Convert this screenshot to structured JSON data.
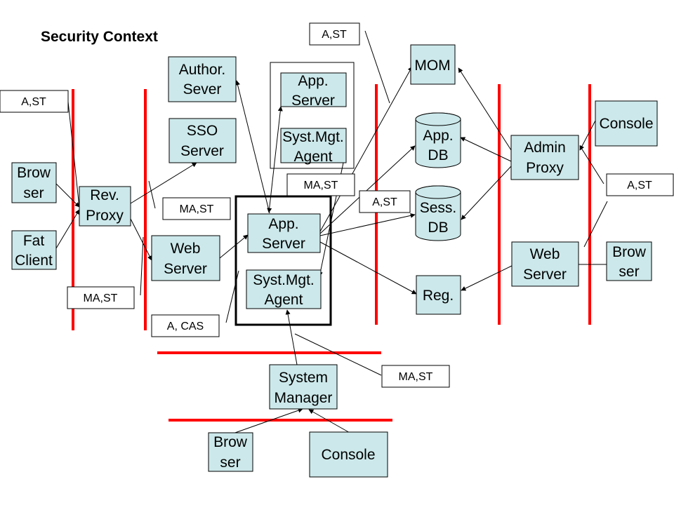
{
  "title": "Security Context",
  "nodes": {
    "author_server": [
      "Author.",
      "Sever"
    ],
    "sso_server": [
      "SSO",
      "Server"
    ],
    "browser_left": [
      "Brow",
      "ser"
    ],
    "fat_client": [
      "Fat",
      "Client"
    ],
    "rev_proxy": [
      "Rev.",
      "Proxy"
    ],
    "web_server_left": [
      "Web",
      "Server"
    ],
    "app_server_top": [
      "App.",
      "Server"
    ],
    "syst_mgt_agent_top": [
      "Syst.Mgt.",
      "Agent"
    ],
    "app_server_main": [
      "App.",
      "Server"
    ],
    "syst_mgt_agent_main": [
      "Syst.Mgt.",
      "Agent"
    ],
    "mom": [
      "MOM"
    ],
    "app_db": [
      "App.",
      "DB"
    ],
    "sess_db": [
      "Sess.",
      "DB"
    ],
    "reg": [
      "Reg."
    ],
    "admin_proxy": [
      "Admin",
      "Proxy"
    ],
    "console_right": [
      "Console"
    ],
    "web_server_right": [
      "Web",
      "Server"
    ],
    "browser_right": [
      "Brow",
      "ser"
    ],
    "system_manager": [
      "System",
      "Manager"
    ],
    "browser_bottom": [
      "Brow",
      "ser"
    ],
    "console_bottom": [
      "Console"
    ]
  },
  "labels": {
    "a_st_top": "A,ST",
    "a_st_left": "A,ST",
    "ma_st_mid": "MA,ST",
    "ma_st_left": "MA,ST",
    "a_cas": "A, CAS",
    "ma_st_top": "MA,ST",
    "a_st_mid": "A,ST",
    "a_st_right": "A,ST",
    "ma_st_bottom": "MA,ST"
  },
  "colors": {
    "box_fill": "#cce8ea",
    "boundary_red": "#ff0000"
  }
}
